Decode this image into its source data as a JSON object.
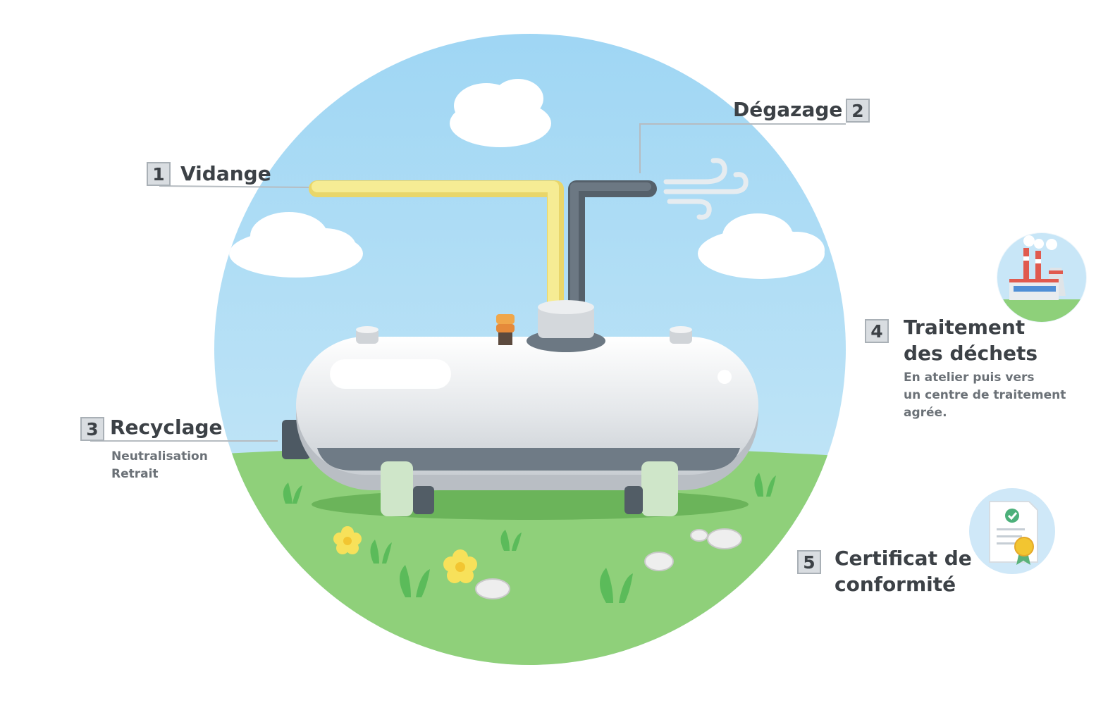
{
  "steps": [
    {
      "number": "1",
      "title": "Vidange"
    },
    {
      "number": "2",
      "title": "Dégazage"
    },
    {
      "number": "3",
      "title": "Recyclage",
      "details": [
        "Neutralisation",
        "Retrait"
      ]
    },
    {
      "number": "4",
      "title_lines": [
        "Traitement",
        "des déchets"
      ],
      "details": [
        "En atelier puis vers",
        "un centre de traitement",
        "agrée."
      ]
    },
    {
      "number": "5",
      "title_lines": [
        "Certificat de",
        "conformité"
      ]
    }
  ],
  "icons": {
    "tank": "propane-tank-illustration",
    "factory": "factory-icon",
    "certificate": "certificate-icon",
    "wind": "wind-icon"
  },
  "colors": {
    "sky": "#a9dcf5",
    "grass": "#8fd07a",
    "drain_pipe": "#f5e98a",
    "vent_pipe": "#5c6873",
    "badge_bg": "#d9dde1",
    "text": "#3c4146"
  }
}
